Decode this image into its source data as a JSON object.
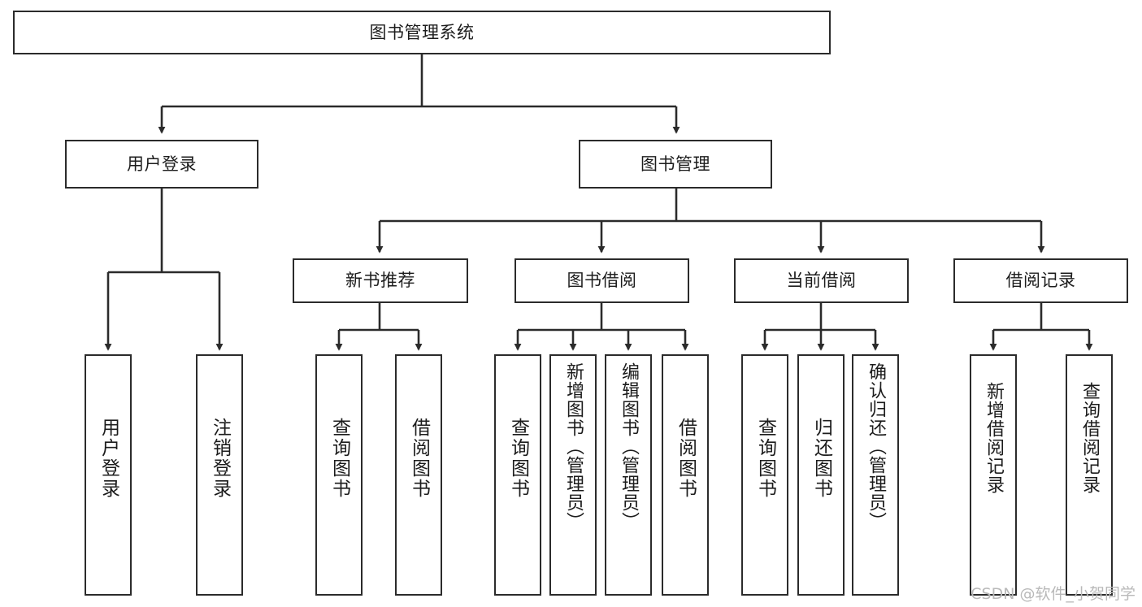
{
  "diagram": {
    "title": "图书管理系统",
    "type": "tree-hierarchy-chart",
    "stroke_color": "#2b2b2b",
    "text_color": "#1c1c1c",
    "background_color": "#ffffff",
    "root": {
      "label": "图书管理系统"
    },
    "level2": [
      {
        "id": "user-login",
        "label": "用户登录"
      },
      {
        "id": "book-management",
        "label": "图书管理"
      }
    ],
    "level3": [
      {
        "id": "new-book-recommend",
        "label": "新书推荐"
      },
      {
        "id": "book-borrow",
        "label": "图书借阅"
      },
      {
        "id": "current-borrow",
        "label": "当前借阅"
      },
      {
        "id": "borrow-record",
        "label": "借阅记录"
      }
    ],
    "leaves": {
      "user_login": [
        {
          "id": "leaf-user-login",
          "label": "用户登录"
        },
        {
          "id": "leaf-logout",
          "label": "注销登录"
        }
      ],
      "new_book_recommend": [
        {
          "id": "leaf-query-book-1",
          "label": "查询图书"
        },
        {
          "id": "leaf-borrow-book-1",
          "label": "借阅图书"
        }
      ],
      "book_borrow": [
        {
          "id": "leaf-query-book-2",
          "label": "查询图书"
        },
        {
          "id": "leaf-add-book",
          "label": "新增图书（管理员）"
        },
        {
          "id": "leaf-edit-book",
          "label": "编辑图书（管理员）"
        },
        {
          "id": "leaf-borrow-book-2",
          "label": "借阅图书"
        }
      ],
      "current_borrow": [
        {
          "id": "leaf-query-book-3",
          "label": "查询图书"
        },
        {
          "id": "leaf-return-book",
          "label": "归还图书"
        },
        {
          "id": "leaf-confirm-return",
          "label": "确认归还（管理员）"
        }
      ],
      "borrow_record": [
        {
          "id": "leaf-add-record",
          "label": "新增借阅记录"
        },
        {
          "id": "leaf-query-record",
          "label": "查询借阅记录"
        }
      ]
    }
  },
  "watermark": {
    "text": "CSDN @软件_小贺同学"
  }
}
